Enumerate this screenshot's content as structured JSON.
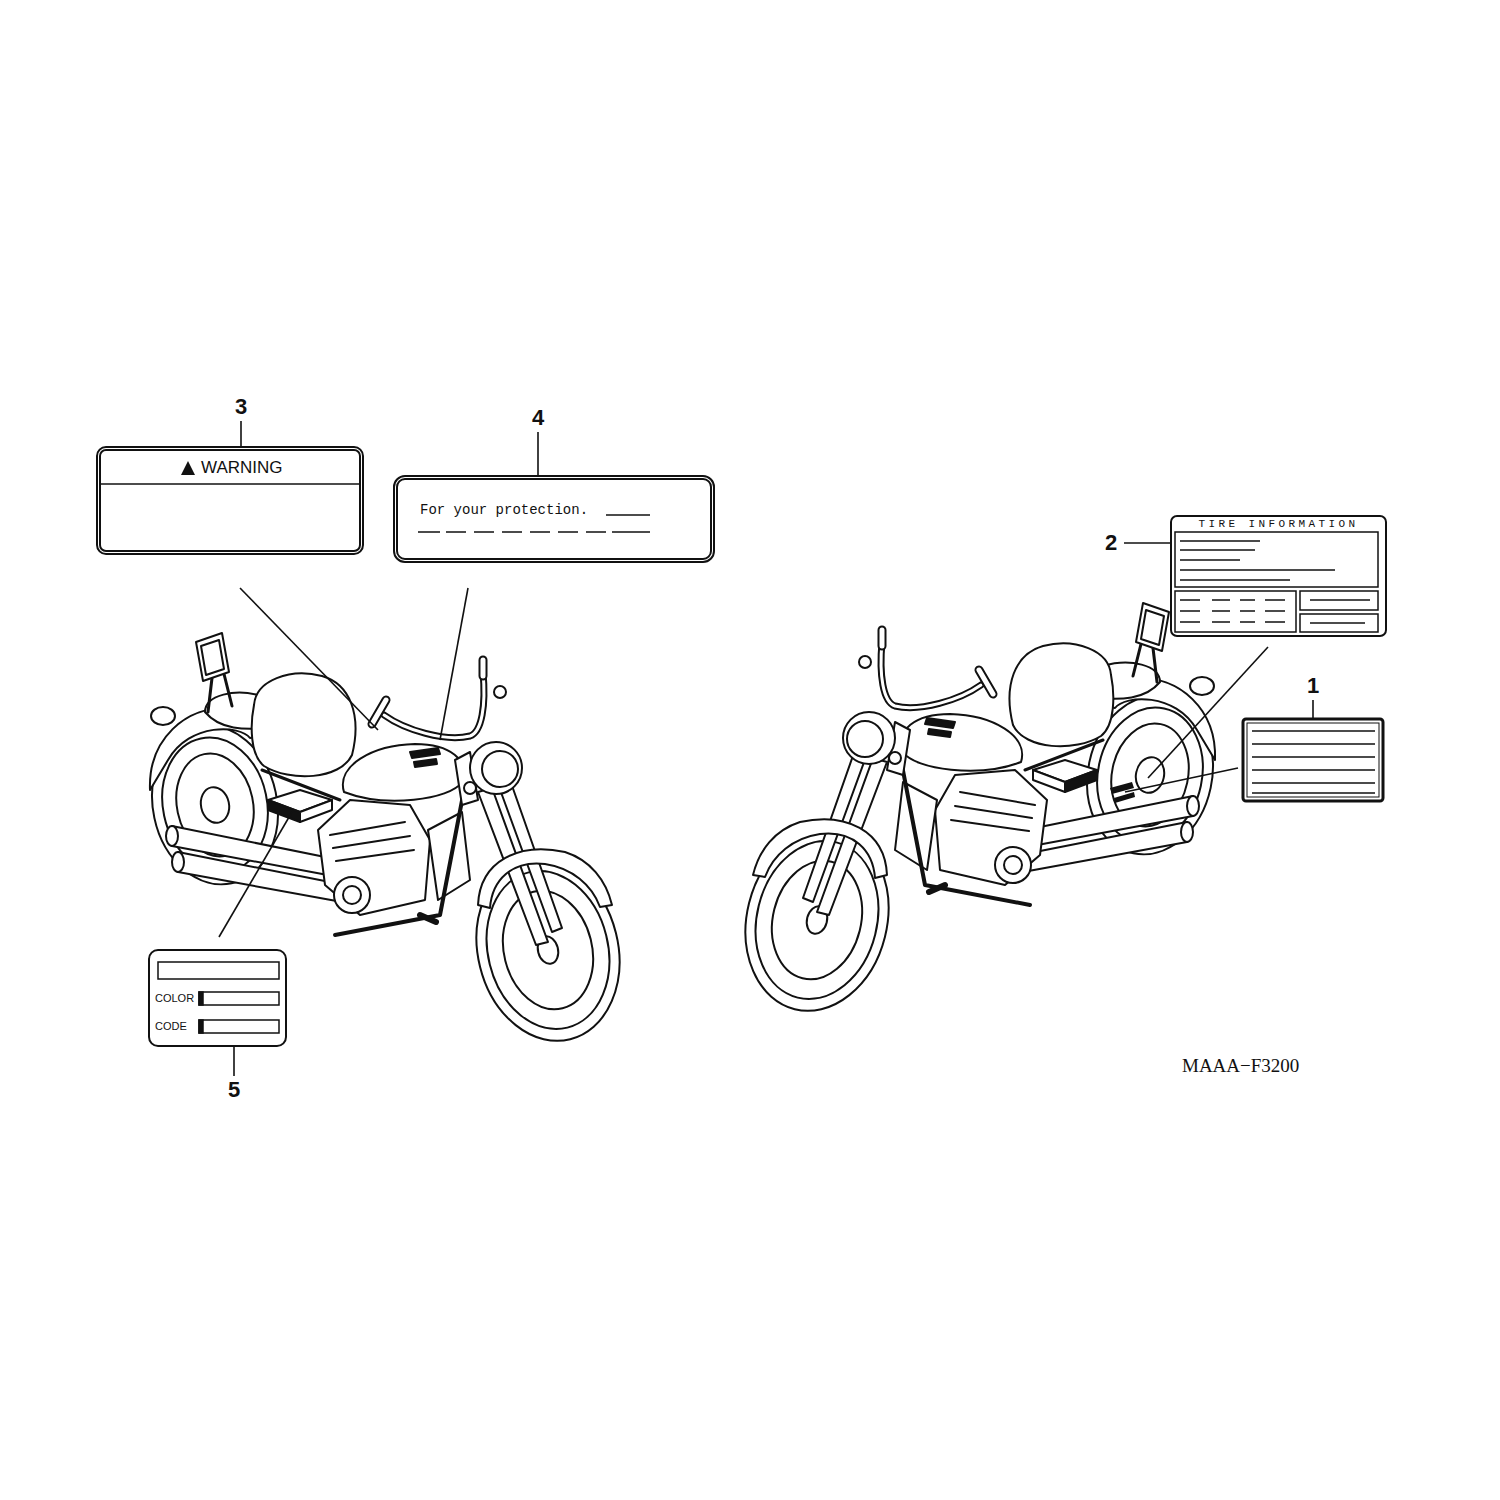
{
  "diagram": {
    "nodes": [
      {
        "text": [
          "WARNING"
        ]
      },
      {
        "text": [
          "For your protection."
        ]
      },
      {
        "text": [
          "TIRE INFORMATION"
        ]
      },
      {
        "text": [
          "COLOR",
          "CODE"
        ]
      }
    ],
    "labels": [
      "3",
      "4",
      "2",
      "1",
      "5",
      "MAAA−F3200"
    ]
  }
}
